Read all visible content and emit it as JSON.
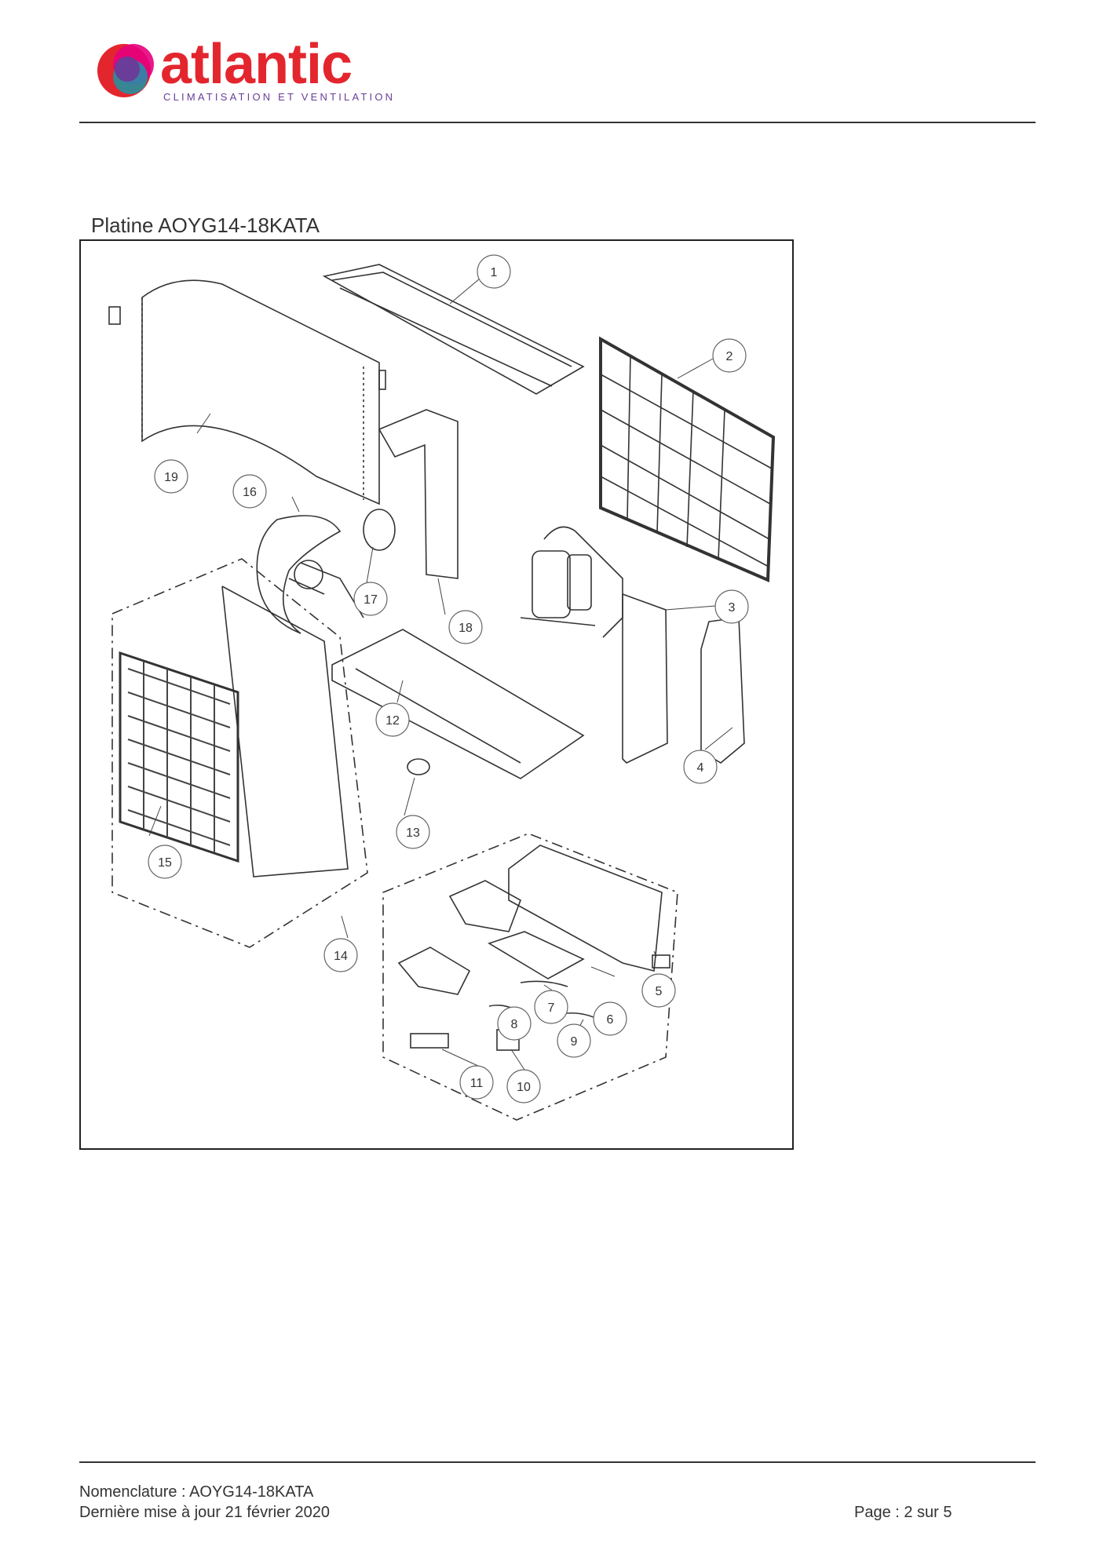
{
  "header": {
    "logo_word": "atlantic",
    "logo_tagline": "CLIMATISATION ET VENTILATION",
    "brand_colors": {
      "red": "#e3262e",
      "purple": "#6a3d98",
      "teal": "#00a7b5",
      "pink": "#e5007e"
    }
  },
  "section": {
    "title": "Platine AOYG14-18KATA"
  },
  "diagram": {
    "callouts": [
      "1",
      "2",
      "3",
      "4",
      "5",
      "6",
      "7",
      "8",
      "9",
      "10",
      "11",
      "12",
      "13",
      "14",
      "15",
      "16",
      "17",
      "18",
      "19"
    ]
  },
  "footer": {
    "nomenclature": "Nomenclature : AOYG14-18KATA",
    "updated": "Dernière mise à jour 21 février 2020",
    "page": "Page : 2 sur 5"
  }
}
